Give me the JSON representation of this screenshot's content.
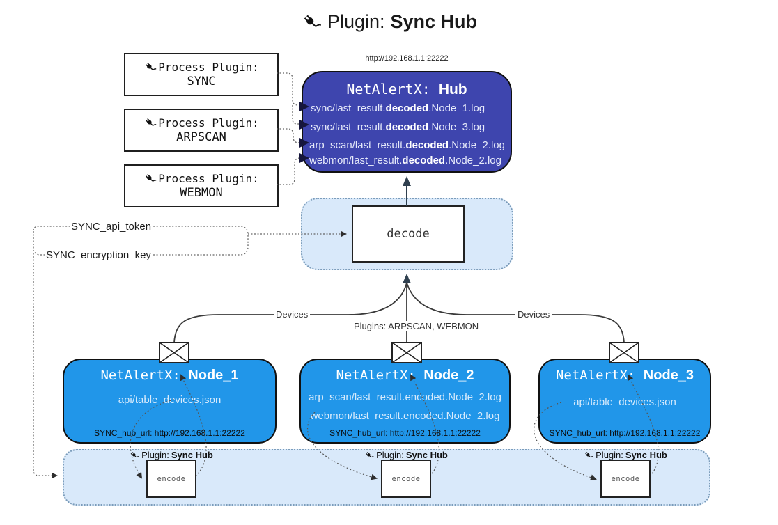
{
  "title": {
    "icon": "plug-icon",
    "prefix": "Plugin:",
    "name": "Sync Hub"
  },
  "process_plugins": [
    {
      "label": "Process Plugin:",
      "name": "SYNC"
    },
    {
      "label": "Process Plugin:",
      "name": "ARPSCAN"
    },
    {
      "label": "Process Plugin:",
      "name": "WEBMON"
    }
  ],
  "hub": {
    "url": "http://192.168.1.1:22222",
    "title_prefix": "NetAlertX: ",
    "title_name": "Hub",
    "entries": [
      {
        "pre": "sync/last_result.",
        "bold": "decoded",
        "post": ".Node_1.log"
      },
      {
        "pre": "sync/last_result.",
        "bold": "decoded",
        "post": ".Node_3.log"
      },
      {
        "pre": "arp_scan/last_result.",
        "bold": "decoded",
        "post": ".Node_2.log"
      },
      {
        "pre": "webmon/last_result.",
        "bold": "decoded",
        "post": ".Node_2.log"
      }
    ]
  },
  "decode_band": {
    "box_label": "decode"
  },
  "config_labels": {
    "api_token": "SYNC_api_token",
    "encryption_key": "SYNC_encryption_key"
  },
  "edge_labels": {
    "devices_left": "Devices",
    "plugins_center": "Plugins: ARPSCAN, WEBMON",
    "devices_right": "Devices"
  },
  "nodes": [
    {
      "title_prefix": "NetAlertX: ",
      "title_name": "Node_1",
      "files": [
        "api/table_devices.json"
      ],
      "footer": "SYNC_hub_url: http://192.168.1.1:22222"
    },
    {
      "title_prefix": "NetAlertX: ",
      "title_name": "Node_2",
      "files": [
        "arp_scan/last_result.encoded.Node_2.log",
        "webmon/last_result.encoded.Node_2.log"
      ],
      "footer": "SYNC_hub_url: http://192.168.1.1:22222"
    },
    {
      "title_prefix": "NetAlertX: ",
      "title_name": "Node_3",
      "files": [
        "api/table_devices.json"
      ],
      "footer": "SYNC_hub_url: http://192.168.1.1:22222"
    }
  ],
  "encode_groups": [
    {
      "label_prefix": "Plugin:",
      "label_name": "Sync Hub",
      "box_label": "encode"
    },
    {
      "label_prefix": "Plugin:",
      "label_name": "Sync Hub",
      "box_label": "encode"
    },
    {
      "label_prefix": "Plugin:",
      "label_name": "Sync Hub",
      "box_label": "encode"
    }
  ],
  "colors": {
    "hub_fill": "#3e45ae",
    "node_fill": "#2196e9",
    "band_fill": "#d9e9fa",
    "band_border": "#7b9cba",
    "line": "#3a3a3a",
    "hub_text": "#e6eafa",
    "node_text": "#d8ebfc"
  }
}
